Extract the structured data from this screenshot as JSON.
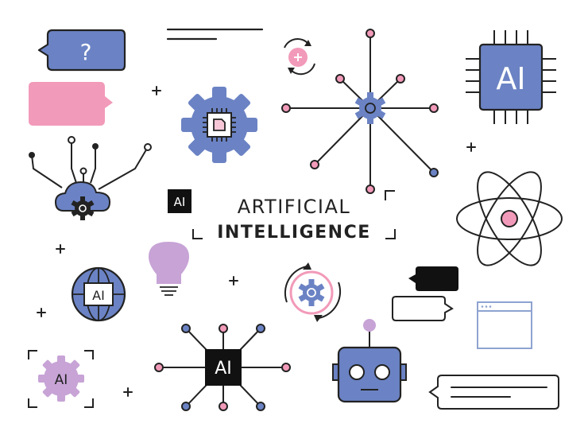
{
  "title": {
    "line1": "ARTIFICIAL",
    "line2": "INTELLIGENCE"
  },
  "labels": {
    "question_mark": "?",
    "ai_chip": "AI",
    "ai_small_badge": "AI",
    "ai_globe": "AI",
    "ai_hub": "AI",
    "ai_gear": "AI",
    "plus_symbol": "+"
  },
  "colors": {
    "outline": "#222222",
    "blue": "#6b83c4",
    "pink": "#f29ab9",
    "lilac": "#c7a3d6",
    "black": "#111111",
    "window_border": "#8ea3d0"
  },
  "icons": [
    "chat-bubble-question-icon",
    "chat-bubble-pink-icon",
    "gear-chip-icon",
    "network-hub-icon",
    "ai-chip-icon",
    "cloud-network-icon",
    "atom-icon",
    "lightbulb-icon",
    "ai-globe-icon",
    "refresh-gear-icon",
    "chat-bubbles-icon",
    "browser-window-icon",
    "ai-gear-icon",
    "ai-hub-icon",
    "robot-head-icon",
    "message-bar-icon"
  ]
}
